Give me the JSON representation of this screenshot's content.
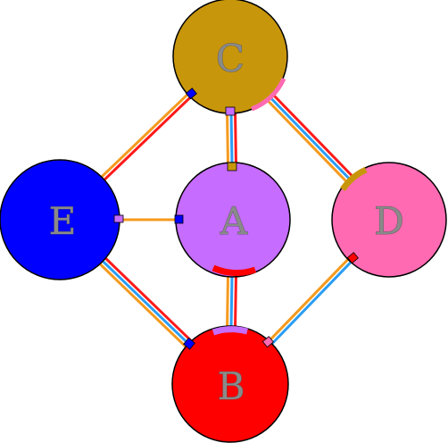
{
  "nodes": [
    {
      "id": "C",
      "label": "C",
      "color": "#c8960a"
    },
    {
      "id": "E",
      "label": "E",
      "color": "#0000ff"
    },
    {
      "id": "A",
      "label": "A",
      "color": "#c66cff"
    },
    {
      "id": "D",
      "label": "D",
      "color": "#ff6ab2"
    },
    {
      "id": "B",
      "label": "B",
      "color": "#ff0000"
    }
  ],
  "edges": [
    {
      "from": "C",
      "to": "E",
      "colors": [
        "#ff1a1a",
        "#f59a1e"
      ]
    },
    {
      "from": "C",
      "to": "A",
      "colors": [
        "#ff1a1a",
        "#2a9df4",
        "#f59a1e"
      ]
    },
    {
      "from": "C",
      "to": "D",
      "colors": [
        "#ff1a1a",
        "#2a9df4",
        "#f59a1e"
      ]
    },
    {
      "from": "E",
      "to": "A",
      "colors": [
        "#f59a1e"
      ]
    },
    {
      "from": "E",
      "to": "B",
      "colors": [
        "#ff1a1a",
        "#2a9df4",
        "#f59a1e"
      ]
    },
    {
      "from": "A",
      "to": "B",
      "colors": [
        "#ff1a1a",
        "#2a9df4",
        "#f59a1e"
      ]
    },
    {
      "from": "D",
      "to": "B",
      "colors": [
        "#2a9df4",
        "#f59a1e"
      ]
    }
  ]
}
